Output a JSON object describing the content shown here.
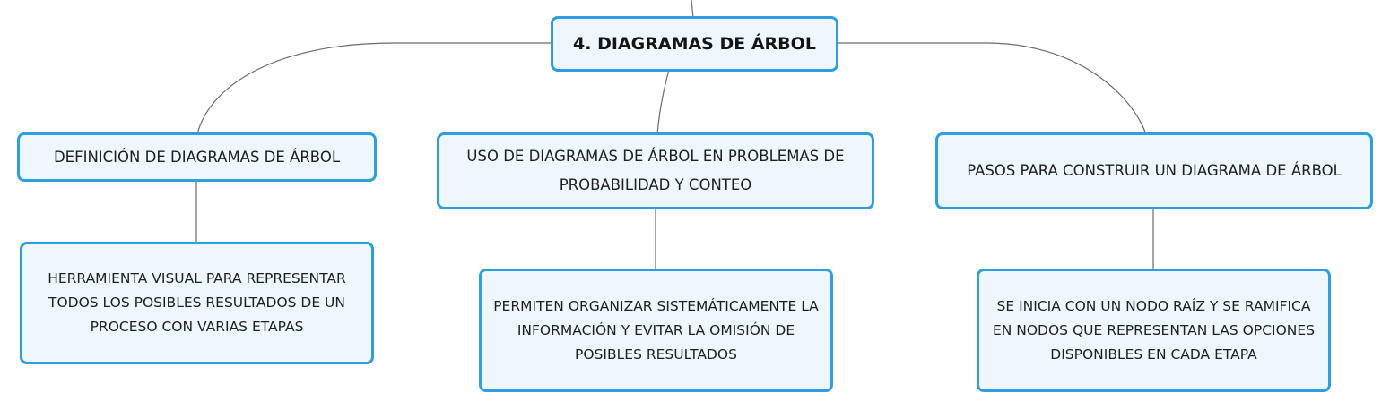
{
  "diagram": {
    "root": {
      "label": "4. DIAGRAMAS DE ÁRBOL"
    },
    "branches": [
      {
        "title": "DEFINICIÓN DE DIAGRAMAS DE ÁRBOL",
        "detail": "HERRAMIENTA VISUAL PARA REPRESENTAR TODOS LOS POSIBLES RESULTADOS DE UN PROCESO CON VARIAS ETAPAS"
      },
      {
        "title": "USO DE DIAGRAMAS DE ÁRBOL EN PROBLEMAS DE PROBABILIDAD Y CONTEO",
        "detail": "PERMITEN ORGANIZAR SISTEMÁTICAMENTE LA INFORMACIÓN Y EVITAR LA OMISIÓN DE POSIBLES RESULTADOS"
      },
      {
        "title": "PASOS PARA CONSTRUIR UN DIAGRAMA DE ÁRBOL",
        "detail": "SE INICIA CON UN NODO RAÍZ Y SE RAMIFICA EN NODOS QUE REPRESENTAN LAS OPCIONES DISPONIBLES EN CADA ETAPA"
      }
    ],
    "colors": {
      "node_border": "#2d9ee0",
      "node_fill": "#eef7fd",
      "connector": "#6b6b6b",
      "text": "#1f1f1f"
    }
  }
}
